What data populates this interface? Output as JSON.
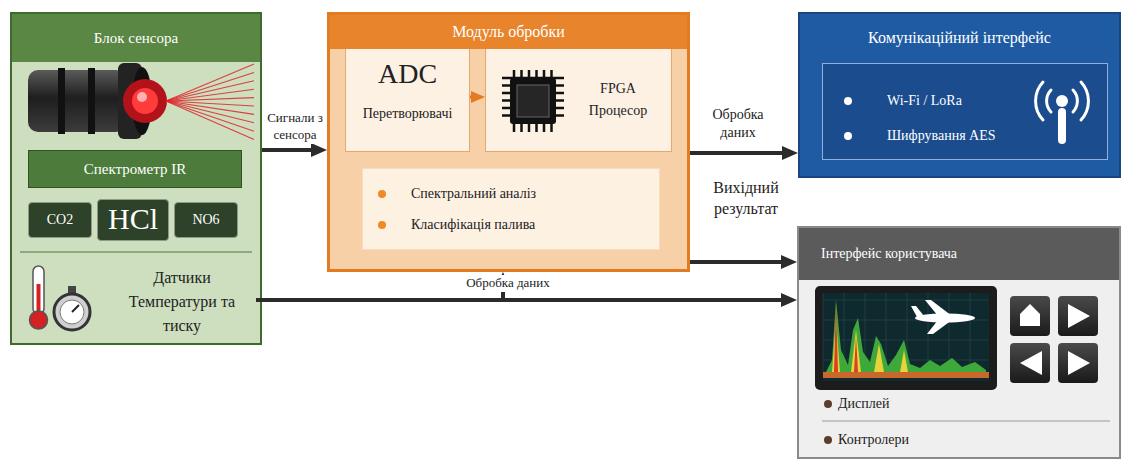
{
  "diagram": {
    "nodes": [
      {
        "text": [
          "Блок сенсора"
        ]
      },
      {
        "text": [
          "Спектрометр IR"
        ],
        "in": 0
      },
      {
        "text": [
          "CO2"
        ],
        "in": 0
      },
      {
        "text": [
          "HCl"
        ],
        "in": 0
      },
      {
        "text": [
          "NO6"
        ],
        "in": 0
      },
      {
        "text": [
          "Датчики Температури та тиску"
        ],
        "in": 0
      },
      {
        "text": [
          "Модуль обробки"
        ]
      },
      {
        "text": [
          "ADC",
          "Перетворювачі"
        ],
        "in": 6
      },
      {
        "text": [
          "FPGA Процесор"
        ],
        "in": 6
      },
      {
        "text": [
          "Спектральний аналіз",
          "Класифікація палива"
        ],
        "in": 6
      },
      {
        "text": [
          "Комунікаційний інтерфейс"
        ]
      },
      {
        "text": [
          "Wi-Fi / LoRa",
          "Шифрування AES"
        ],
        "in": 10
      },
      {
        "text": [
          "Інтерфейс користувача"
        ]
      }
    ],
    "edges": [
      {
        "from": 0,
        "to": 6,
        "arrow": "to",
        "label": "Сигнали з сенсора"
      },
      {
        "from": 7,
        "to": 8,
        "arrow": "to"
      },
      {
        "from": 6,
        "to": 10,
        "arrow": "to",
        "label": "Обробка даних"
      },
      {
        "from": 6,
        "to": 12,
        "arrow": "to",
        "label": "Вихідний результат"
      },
      {
        "from": 5,
        "to": 12,
        "arrow": "to"
      },
      {
        "from": 5,
        "to": 6,
        "arrow": "to",
        "label": "Обробка даних"
      }
    ],
    "labels": [
      "Дисплей",
      "Контролери"
    ]
  }
}
